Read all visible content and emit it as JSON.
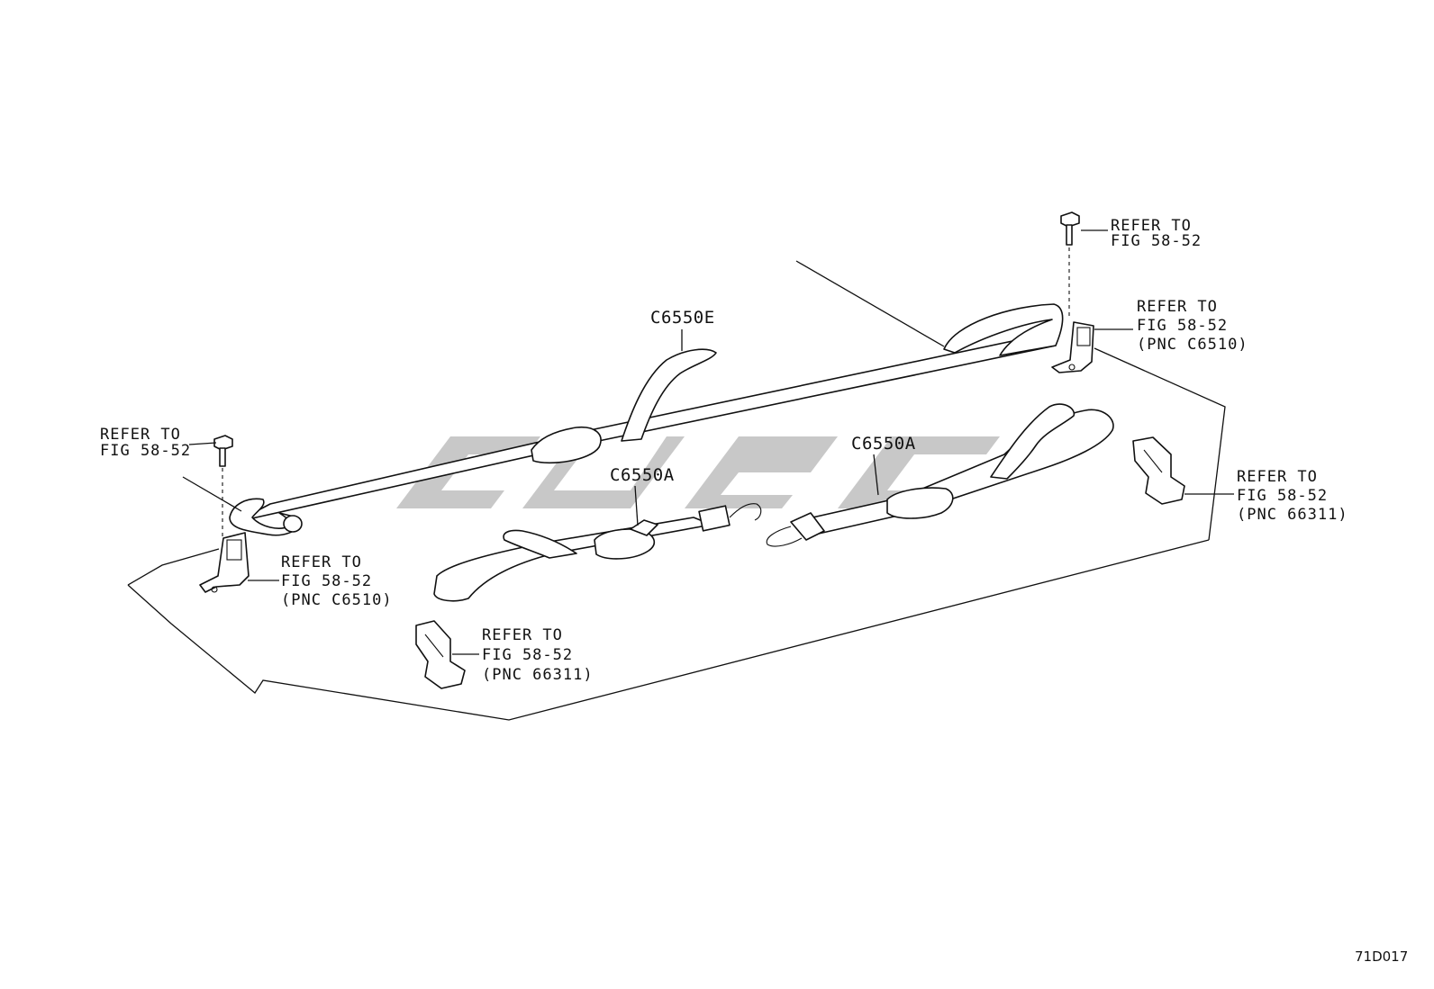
{
  "drawing_code": "71D017",
  "parts": {
    "strap_long": "C6550E",
    "strap_left": "C6550A",
    "strap_right": "C6550A"
  },
  "callouts": {
    "bolt_top_right": {
      "line1": "REFER TO",
      "line2": "FIG 58-52"
    },
    "bolt_left": {
      "line1": "REFER TO",
      "line2": "FIG 58-52"
    },
    "hook_top_right": {
      "line1": "REFER TO",
      "line2": "FIG 58-52",
      "line3": "(PNC C6510)"
    },
    "hook_left": {
      "line1": "REFER TO",
      "line2": "FIG 58-52",
      "line3": "(PNC C6510)"
    },
    "clip_right": {
      "line1": "REFER TO",
      "line2": "FIG 58-52",
      "line3": "(PNC 66311)"
    },
    "clip_bottom": {
      "line1": "REFER TO",
      "line2": "FIG 58-52",
      "line3": "(PNC 66311)"
    }
  }
}
